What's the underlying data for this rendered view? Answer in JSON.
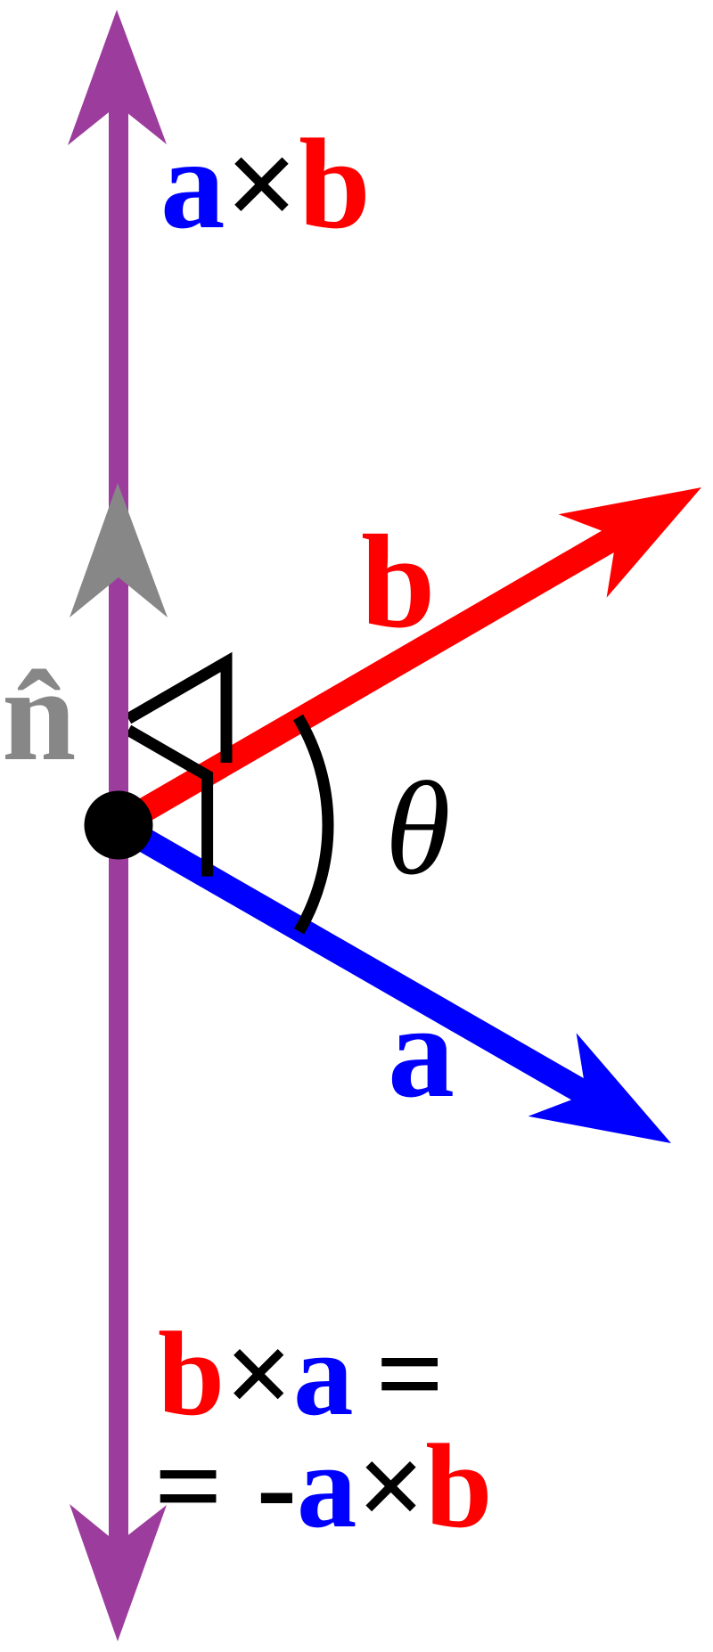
{
  "colors": {
    "background": "#FFFFFF",
    "ink": "#000000",
    "vector_a_blue": "#0000FF",
    "vector_b_red": "#FF0000",
    "axis_purple": "#9C3C9C",
    "normal_gray": "#878787"
  },
  "labels": {
    "top_product": {
      "a": "a",
      "times": "×",
      "b": "b"
    },
    "unit_normal": "n̂",
    "vector_b": "b",
    "vector_a": "a",
    "angle": "θ",
    "bottom_line1": {
      "b": "b",
      "times": "×",
      "a": "a",
      "equals": "="
    },
    "bottom_line2": {
      "equals": "=",
      "minus": "-",
      "a": "a",
      "times": "×",
      "b": "b"
    }
  }
}
